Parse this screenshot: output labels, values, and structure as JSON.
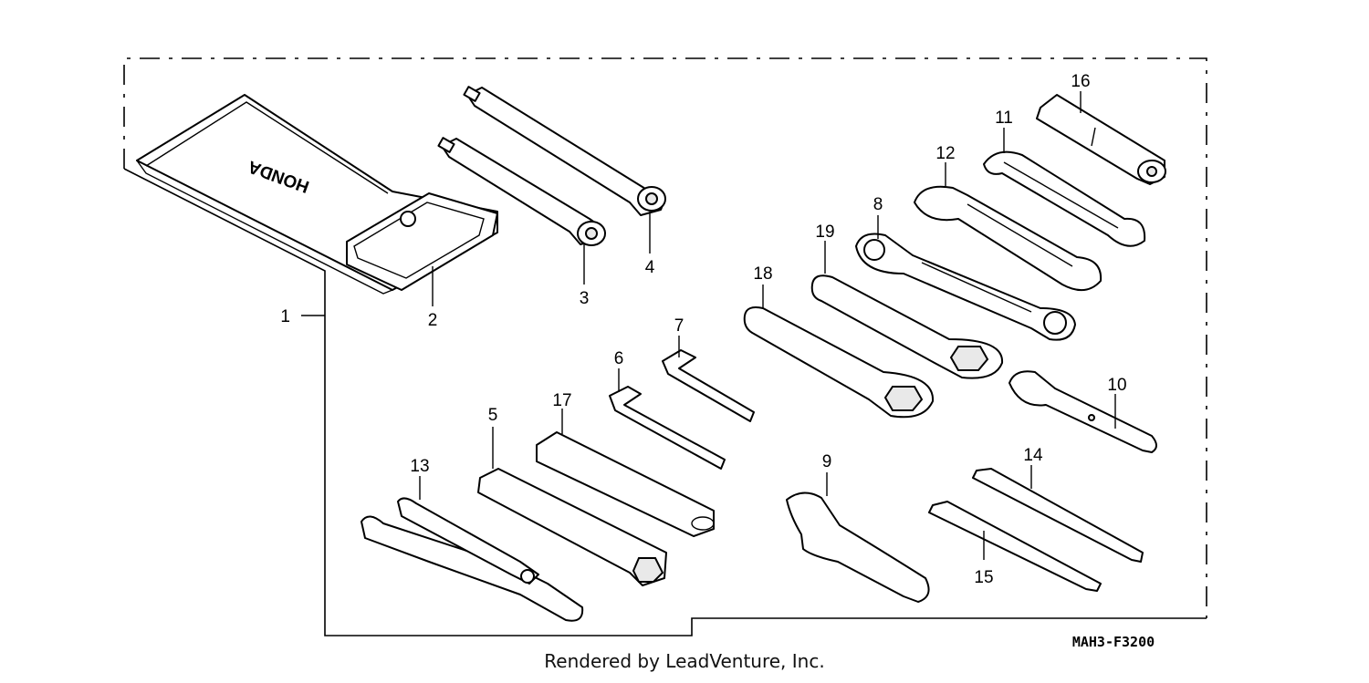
{
  "diagram": {
    "code": "MAH3-F3200",
    "brand_mark": "HONDA",
    "callouts": [
      "1",
      "2",
      "3",
      "4",
      "5",
      "6",
      "7",
      "8",
      "9",
      "10",
      "11",
      "12",
      "13",
      "14",
      "15",
      "16",
      "17",
      "18",
      "19"
    ]
  },
  "footer": {
    "credit": "Rendered by LeadVenture, Inc."
  }
}
